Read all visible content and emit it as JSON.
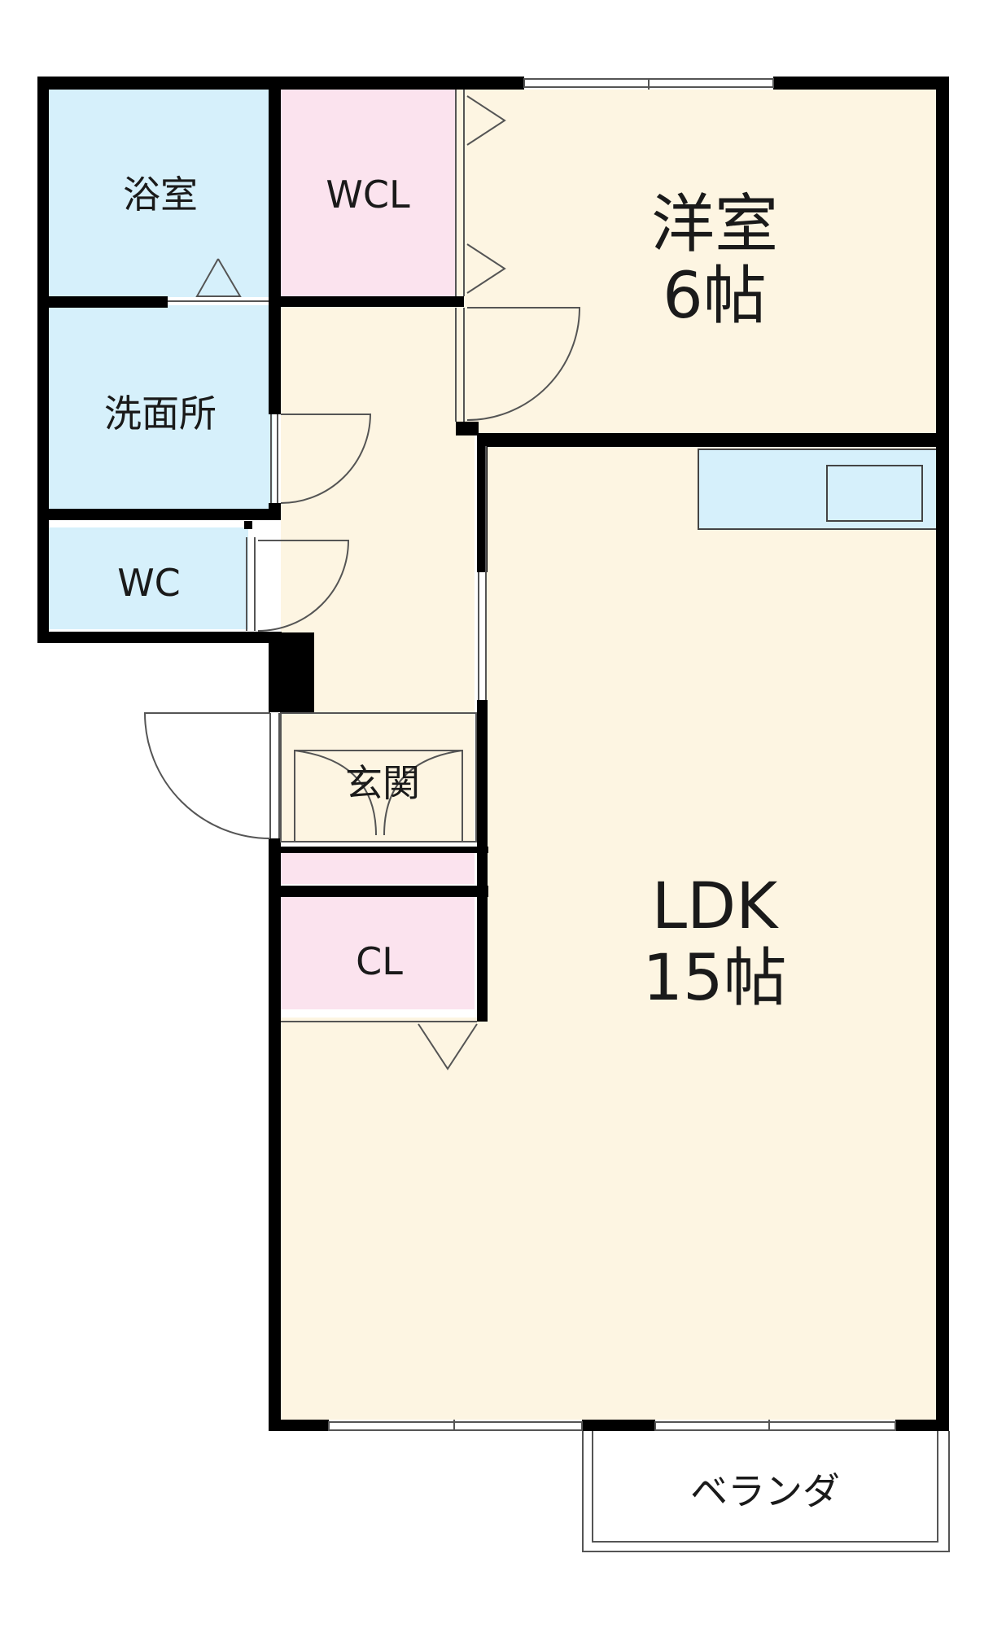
{
  "rooms": {
    "bath": "浴室",
    "wcl": "WCL",
    "western_name": "洋室",
    "western_size": "6帖",
    "washroom": "洗面所",
    "wc": "WC",
    "entrance": "玄関",
    "cl": "CL",
    "ldk_name": "LDK",
    "ldk_size": "15帖",
    "veranda": "ベランダ"
  },
  "colors": {
    "wall": "#000000",
    "wet_area": "#d6f0fb",
    "storage": "#fbe3ee",
    "living": "#fdf5e2"
  }
}
